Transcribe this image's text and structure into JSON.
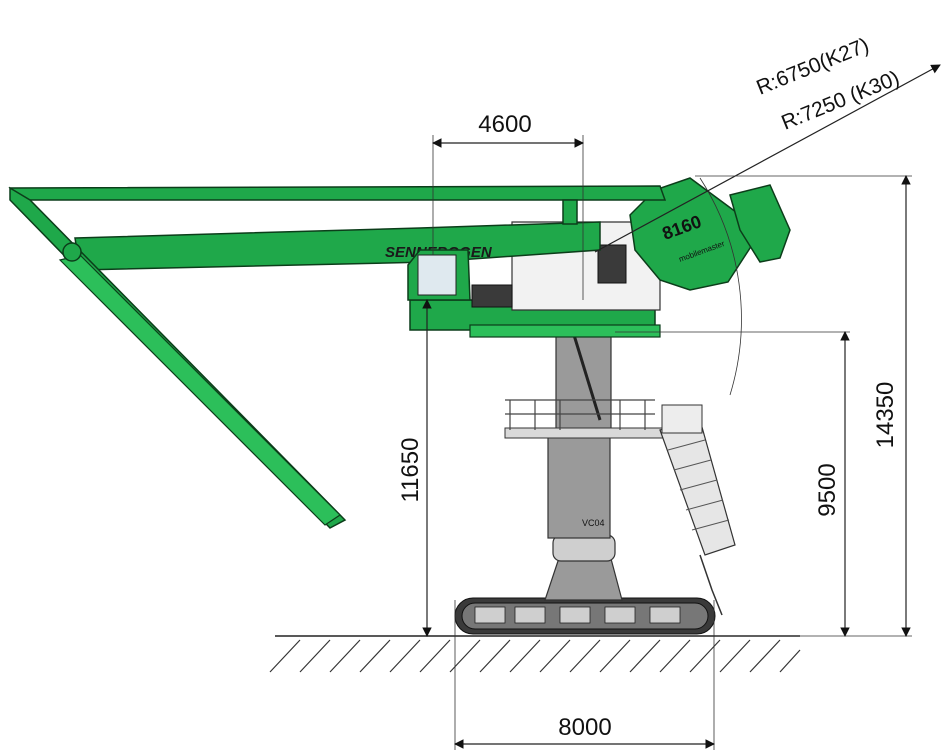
{
  "diagram": {
    "radius_labels": [
      "R:6750(K27)",
      "R:7250 (K30)"
    ],
    "dimensions": {
      "boom_pivot_offset": "4600",
      "pivot_height": "11650",
      "cabin_height": "9500",
      "total_height": "14350",
      "track_width": "8000"
    },
    "machine": {
      "brand_text": "SENNEBOGEN",
      "model_text": "8160",
      "sub_text": "mobilemaster",
      "mast_text": "VC04"
    },
    "colors": {
      "machine_green": "#1fa84a",
      "mast_grey": "#9a9a9a",
      "cabin_white": "#f2f2f2"
    }
  }
}
